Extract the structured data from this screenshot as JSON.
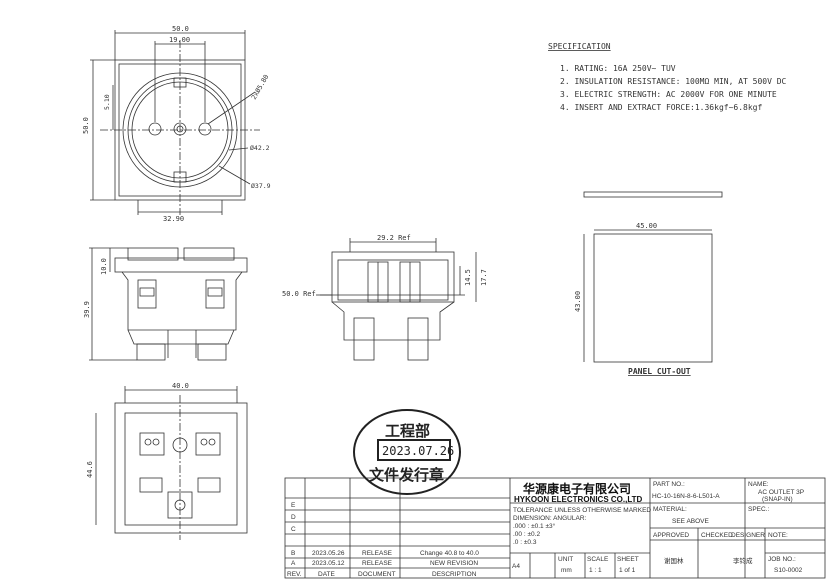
{
  "chart_data": {
    "type": "table",
    "title": "",
    "dimensions_front": [
      "50.0",
      "19.00",
      "50.0",
      "5.10",
      "2xØ5.80",
      "Ø42.2",
      "Ø37.9",
      "32.90"
    ],
    "dimensions_side": [
      "10.0",
      "39.9"
    ],
    "dimensions_section": [
      "29.2 Ref",
      "50.0 Ref",
      "14.5",
      "17.7"
    ],
    "dimensions_bottom": [
      "40.0",
      "44.6"
    ],
    "panel_cutout": [
      "45.00",
      "43.00"
    ]
  },
  "specification": {
    "heading": "SPECIFICATION",
    "items": [
      "1. RATING: 16A 250V~   TUV",
      "2. INSULATION RESISTANCE: 100MΩ MIN, AT 500V DC",
      "3. ELECTRIC STRENGTH: AC 2000V FOR ONE MINUTE",
      "4. INSERT AND EXTRACT FORCE:1.36kgf~6.8kgf"
    ]
  },
  "panel_cut_out_label": "PANEL CUT-OUT",
  "stamp": {
    "dept": "工程部",
    "date": "2023.07.26",
    "seal": "文件发行章"
  },
  "company": {
    "cn": "华源康电子有限公司",
    "en": "HYKOON ELECTRONICS CO.,LTD"
  },
  "title_block": {
    "part_no_label": "PART NO.:",
    "part_no": "HC-10-16N-8-6-L501-A",
    "name_label": "NAME:",
    "name_line1": "AC OUTLET 3P",
    "name_line2": "(SNAP-IN)",
    "material_label": "MATERIAL:",
    "material": "SEE ABOVE",
    "spec_label": "SPEC.:",
    "tolerance_1": "TOLERANCE UNLESS OTHERWISE MARKED",
    "tolerance_2": "DIMENSION:          ANGULAR:",
    "tolerance_3": ".000 :  ±0.1            ±3°",
    "tolerance_4": ".00   :  ±0.2",
    "tolerance_5": ".0     :  ±0.3",
    "approved_label": "APPROVED",
    "checked_label": "CHECKED",
    "designer_label": "DESIGNER",
    "note_label": "NOTE:",
    "approved_sig": "谢国林",
    "designer_sig": "李钧成",
    "unit_label": "UNIT",
    "unit": "mm",
    "scale_label": "SCALE",
    "scale": "1 : 1",
    "sheet_label": "SHEET",
    "sheet": "1 of 1",
    "job_label": "JOB NO.:",
    "job": "S10-0002",
    "size": "A4"
  },
  "revision": {
    "rows": [
      {
        "rev": "E",
        "date": "",
        "doc": "",
        "desc": ""
      },
      {
        "rev": "D",
        "date": "",
        "doc": "",
        "desc": ""
      },
      {
        "rev": "C",
        "date": "",
        "doc": "",
        "desc": ""
      },
      {
        "rev": "B",
        "date": "2023.05.26",
        "doc": "RELEASE",
        "desc": "Change 40.8 to 40.0"
      },
      {
        "rev": "A",
        "date": "2023.05.12",
        "doc": "RELEASE",
        "desc": "NEW REVISION"
      }
    ],
    "headers": {
      "rev": "REV.",
      "date": "DATE",
      "doc": "DOCUMENT",
      "desc": "DESCRIPTION"
    }
  },
  "colors": {
    "line": "#333333",
    "stamp": "#222222"
  }
}
